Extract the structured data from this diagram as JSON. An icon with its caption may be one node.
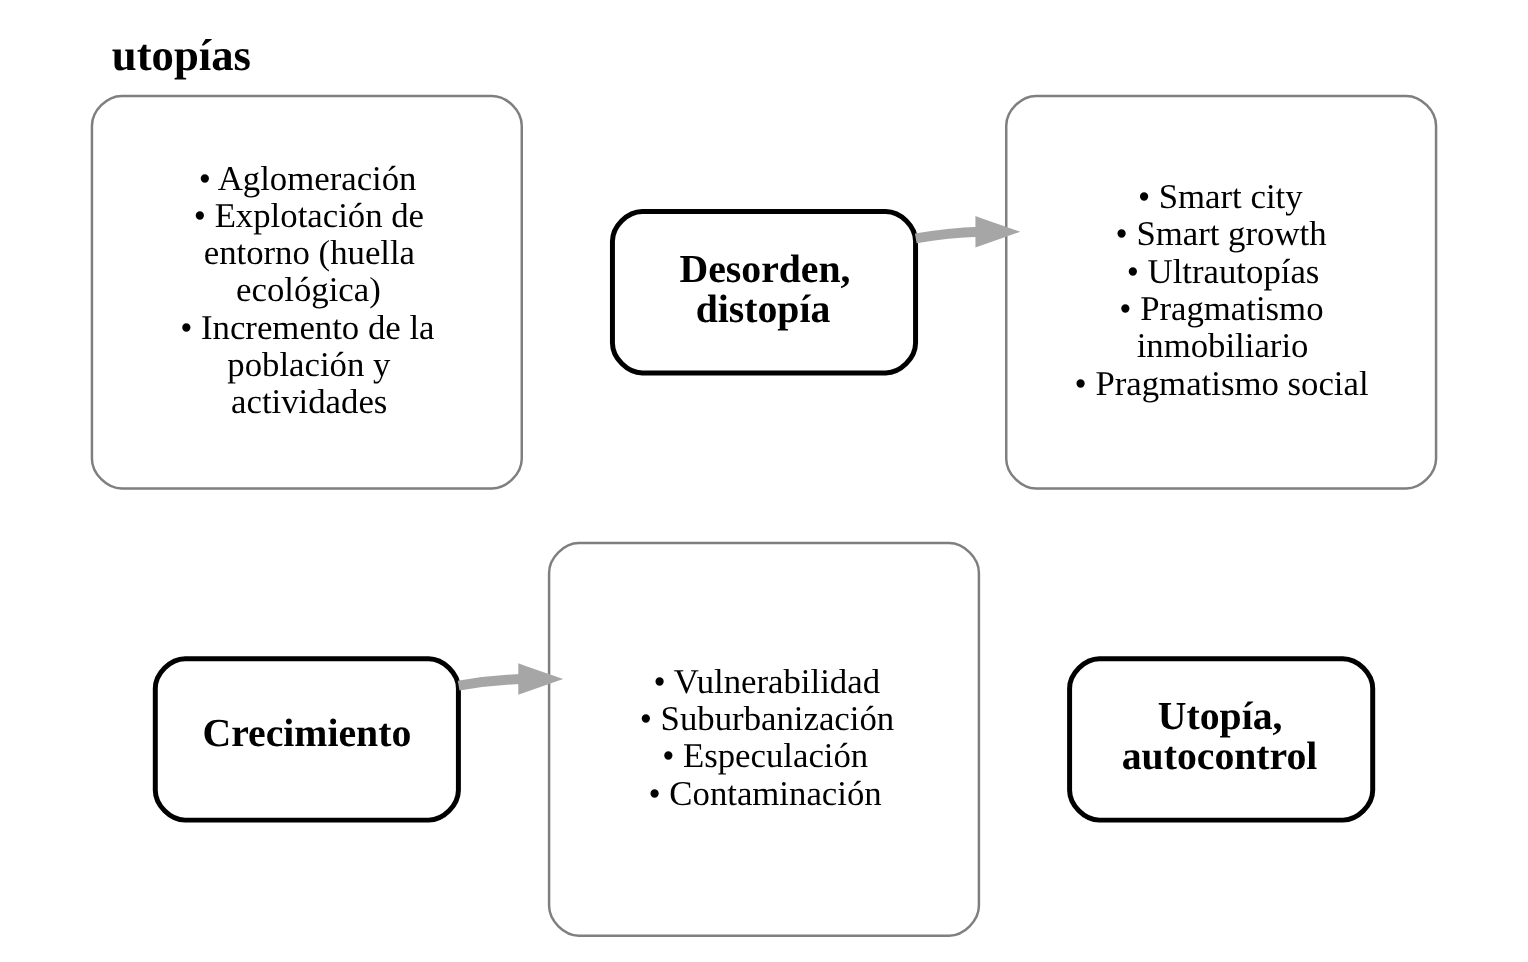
{
  "diagram": {
    "title": "utopías",
    "nodes": [
      {
        "text": [
          "• Aglomeración",
          "• Explotación de entorno (huella ecológica)",
          "• Incremento de la población y actividades"
        ]
      },
      {
        "text": [
          "Crecimiento"
        ]
      },
      {
        "text": [
          "Desorden, distopía"
        ]
      },
      {
        "text": [
          "• Vulnerabilidad",
          "• Suburbanización",
          "• Especulación",
          "• Contaminación"
        ]
      },
      {
        "text": [
          "• Smart city",
          "• Smart growth",
          "• Ultrautopías",
          "• Pragmatismo inmobiliario",
          "• Pragmatismo social"
        ]
      },
      {
        "text": [
          "Utopía, autocontrol"
        ]
      }
    ],
    "edges": [
      {
        "from": 1,
        "to": 3,
        "arrow": "to"
      },
      {
        "from": 2,
        "to": 4,
        "arrow": "to"
      }
    ]
  }
}
